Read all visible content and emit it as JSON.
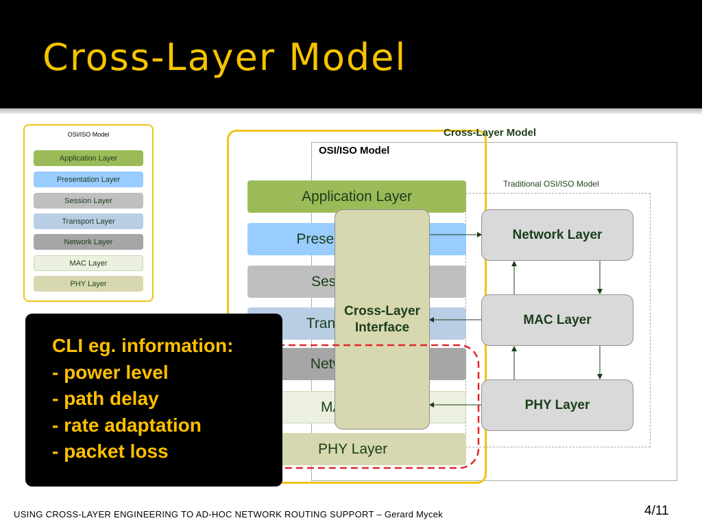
{
  "slide": {
    "title": "Cross-Layer Model",
    "footer": "USING  CROSS-LAYER ENGINEERING TO AD-HOC NETWORK ROUTING SUPPORT – Gerard Mycek",
    "page": "4/11"
  },
  "small_stack": {
    "heading": "OSI/ISO Model",
    "layers": [
      {
        "label": "Application Layer",
        "color": "#9bbb59"
      },
      {
        "label": "Presentation Layer",
        "color": "#99ccff"
      },
      {
        "label": "Session Layer",
        "color": "#bfbfbf"
      },
      {
        "label": "Transport Layer",
        "color": "#b9cde5"
      },
      {
        "label": "Network Layer",
        "color": "#a6a6a6"
      },
      {
        "label": "MAC Layer",
        "color": "#ebf1de"
      },
      {
        "label": "PHY Layer",
        "color": "#d7d8b0"
      }
    ]
  },
  "cross_model": {
    "heading": "Cross-Layer Model",
    "osi_heading": "OSI/ISO Model",
    "traditional_label": "Traditional OSI/ISO Model",
    "layers": [
      {
        "label": "Application Layer",
        "color": "#9bbb59"
      },
      {
        "label": "Presentation Layer",
        "color": "#99ccff"
      },
      {
        "label": "Session Layer",
        "color": "#bfbfbf"
      },
      {
        "label": "Transport Layer",
        "color": "#b9cde5"
      },
      {
        "label": "Network Layer",
        "color": "#a6a6a6"
      },
      {
        "label": "MAC Layer",
        "color": "#ebf1de"
      },
      {
        "label": "PHY Layer",
        "color": "#d7d8b0"
      }
    ],
    "interface_line1": "Cross-Layer",
    "interface_line2": "Interface",
    "interface_color": "#d7d8b0",
    "right_layers": [
      "Network Layer",
      "MAC Layer",
      "PHY Layer"
    ]
  },
  "callout": {
    "lines": [
      "CLI eg. information:",
      "- power level",
      "- path delay",
      "- rate adaptation",
      "- packet loss"
    ]
  },
  "colors": {
    "header_bg": "#000000",
    "title": "#f5c400",
    "highlight_border": "#f0c419",
    "dashed_red": "#e0262c",
    "callout_text": "#ffc000"
  }
}
